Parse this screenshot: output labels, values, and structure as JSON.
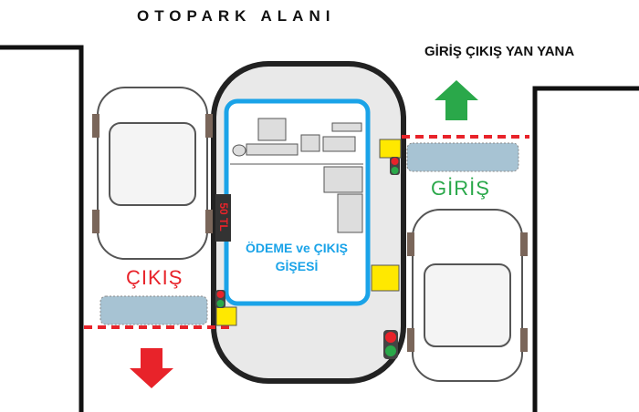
{
  "title": "OTOPARK ALANI",
  "subtitle": "GİRİŞ ÇIKIŞ YAN YANA",
  "entry_label": "GİRİŞ",
  "exit_label": "ÇIKIŞ",
  "booth_label_line1": "ÖDEME ve ÇIKIŞ",
  "booth_label_line2": "GİŞESİ",
  "price_display": "50 TL",
  "colors": {
    "booth": "#1aa3e8",
    "entry": "#2aa84a",
    "exit": "#e8232a",
    "barrier_box": "#ffe800"
  }
}
